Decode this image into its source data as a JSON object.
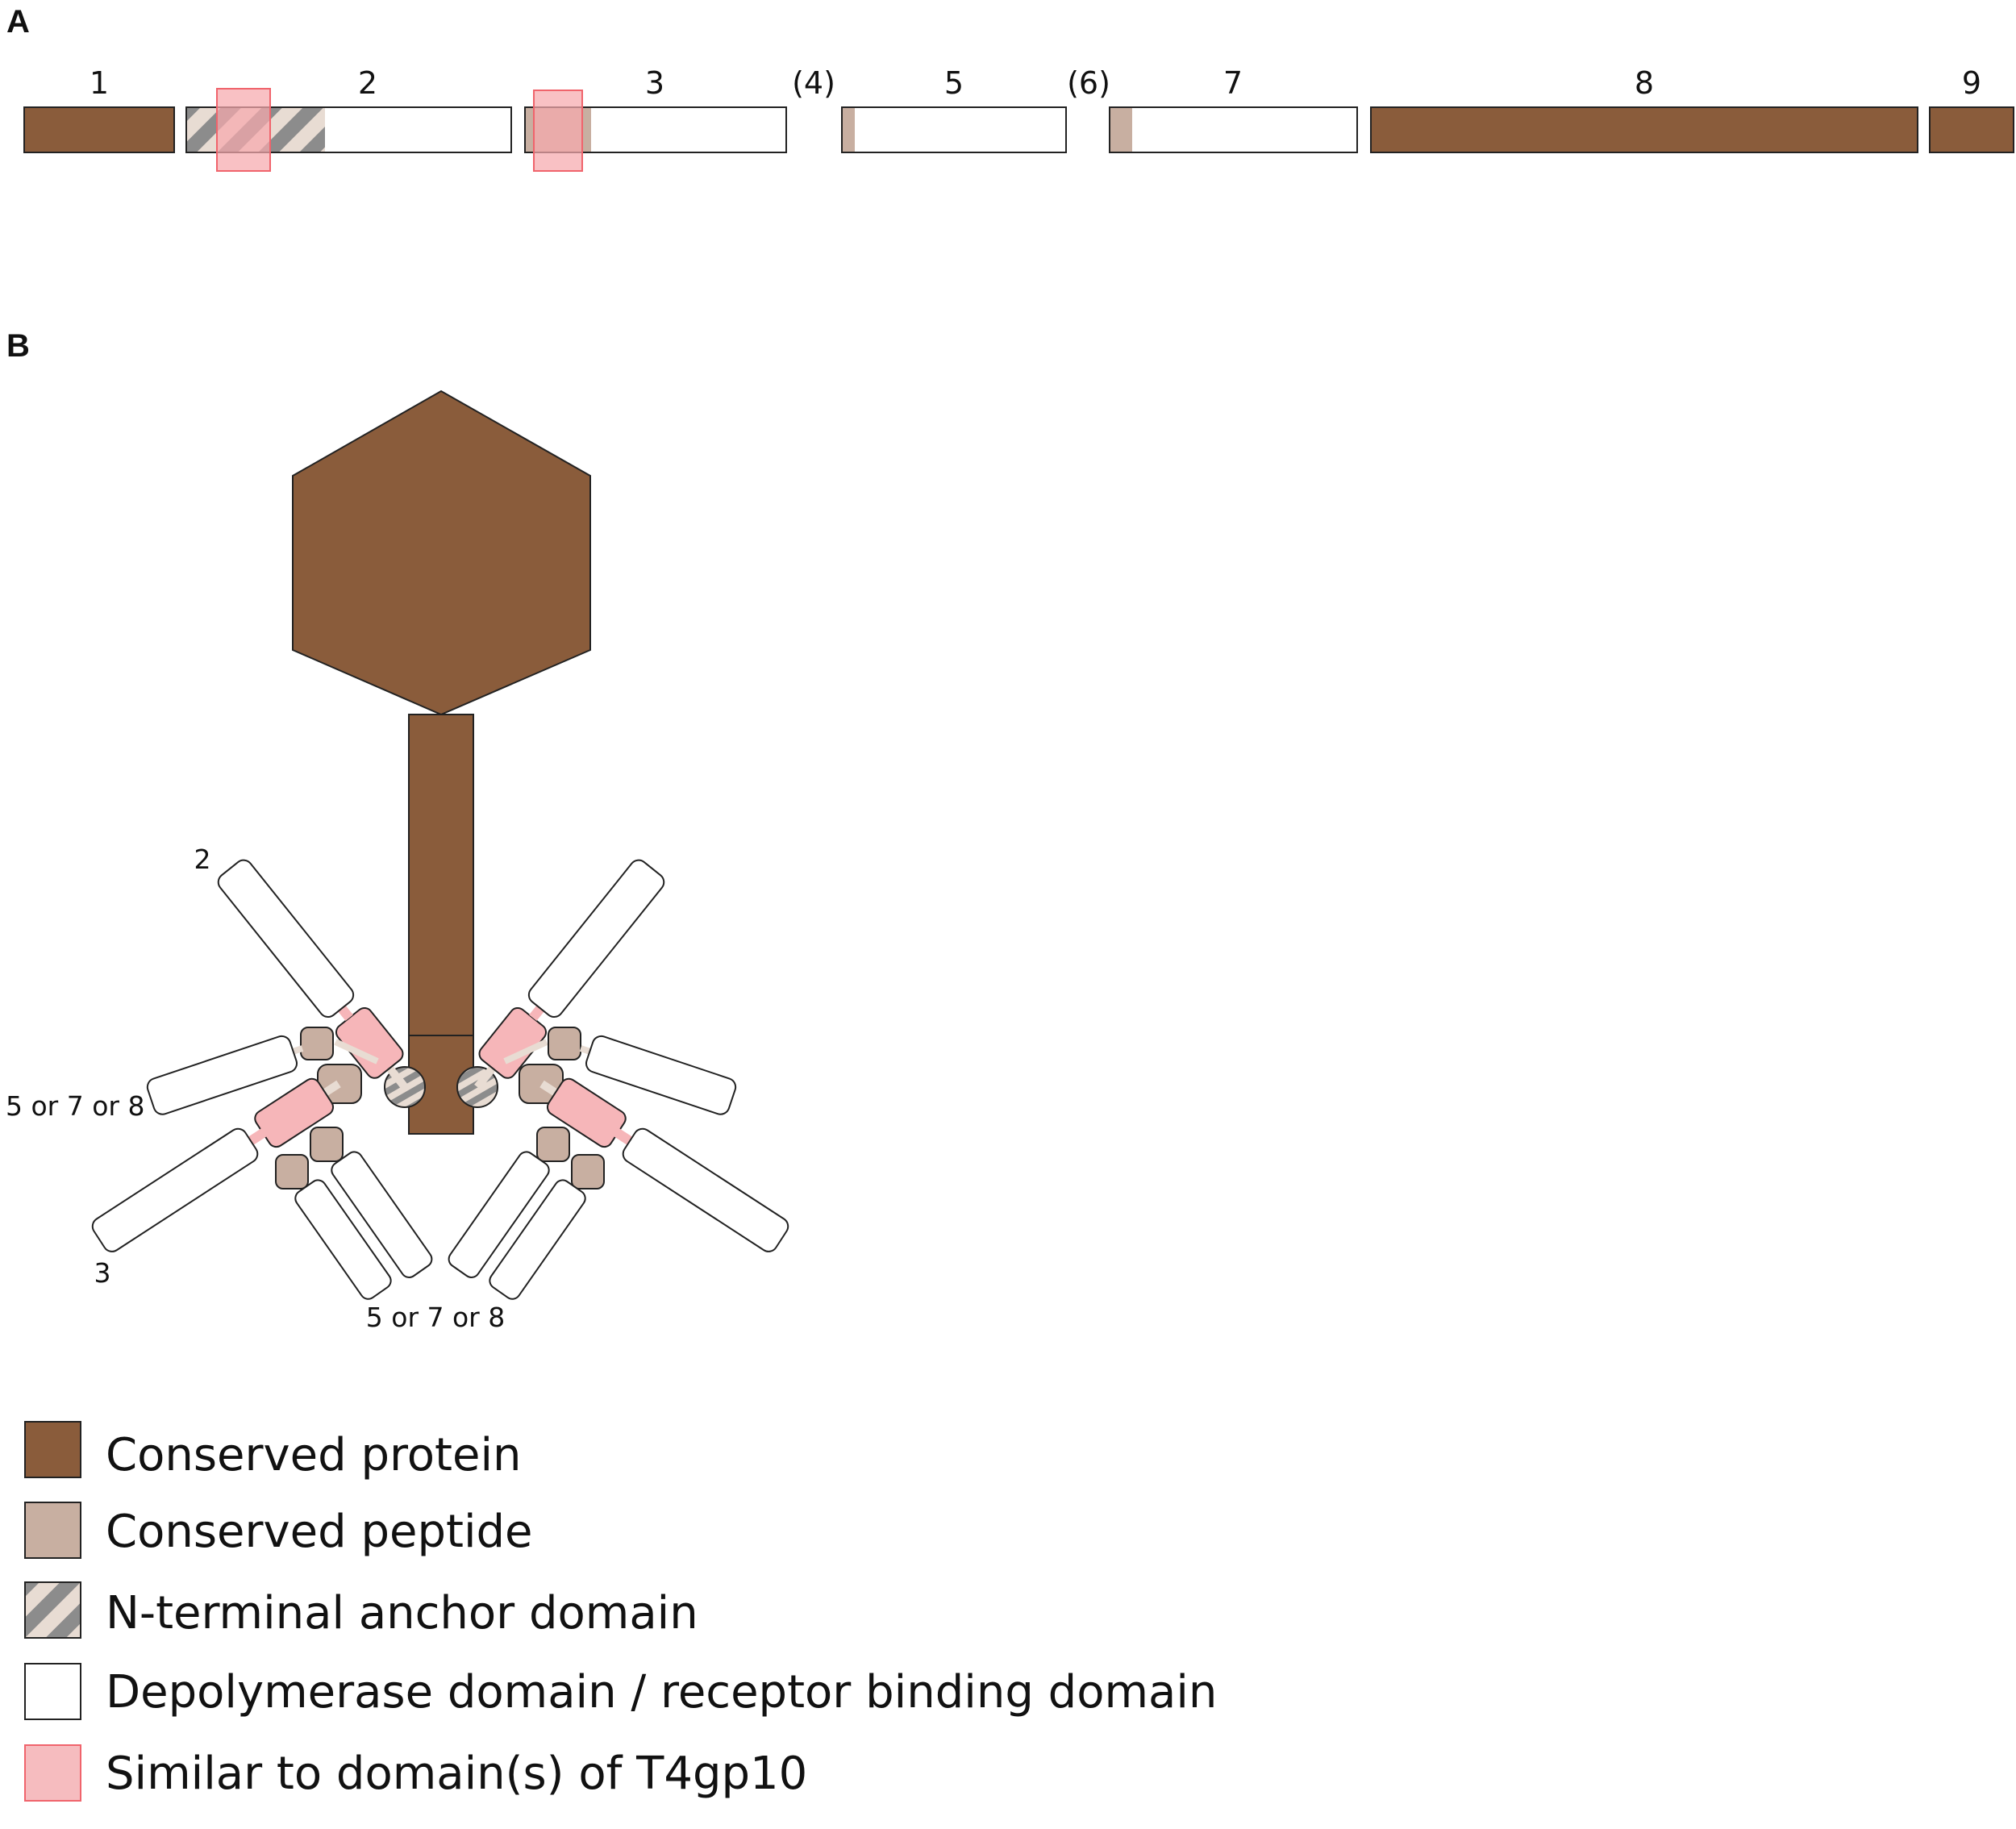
{
  "panels": {
    "a": "A",
    "b": "B"
  },
  "colors": {
    "conserved_protein": "#8a5c3b",
    "conserved_peptide": "#c8afa1",
    "anchor_dark": "#8c8c8c",
    "anchor_light": "#e8dcd3",
    "depolymerase": "#ffffff",
    "t4gp10_fill": "#f6a9ad",
    "t4gp10_stroke": "#f0646c",
    "outline": "#222222"
  },
  "genes": [
    {
      "label": "1",
      "type": "conserved-protein"
    },
    {
      "label": "2",
      "type": "tailspike",
      "features": [
        "N-terminal anchor",
        "T4gp10 similarity"
      ]
    },
    {
      "label": "3",
      "type": "tailspike",
      "features": [
        "conserved peptide",
        "T4gp10 similarity"
      ]
    },
    {
      "label": "(4)",
      "type": "absent"
    },
    {
      "label": "5",
      "type": "tailspike",
      "features": [
        "conserved peptide"
      ]
    },
    {
      "label": "(6)",
      "type": "absent"
    },
    {
      "label": "7",
      "type": "tailspike",
      "features": [
        "conserved peptide"
      ]
    },
    {
      "label": "8",
      "type": "conserved-protein"
    },
    {
      "label": "9",
      "type": "conserved-protein"
    }
  ],
  "phage_labels": {
    "arm_2": "2",
    "arm_3": "3",
    "left_group": "5 or 7 or 8",
    "bottom_group": "5 or 7 or 8"
  },
  "legend": [
    {
      "key": "conserved_protein",
      "label": "Conserved protein"
    },
    {
      "key": "conserved_peptide",
      "label": "Conserved peptide"
    },
    {
      "key": "anchor",
      "label": "N-terminal anchor domain"
    },
    {
      "key": "depolymerase",
      "label": "Depolymerase domain / receptor binding domain"
    },
    {
      "key": "t4gp10",
      "label": "Similar to domain(s) of T4gp10"
    }
  ]
}
